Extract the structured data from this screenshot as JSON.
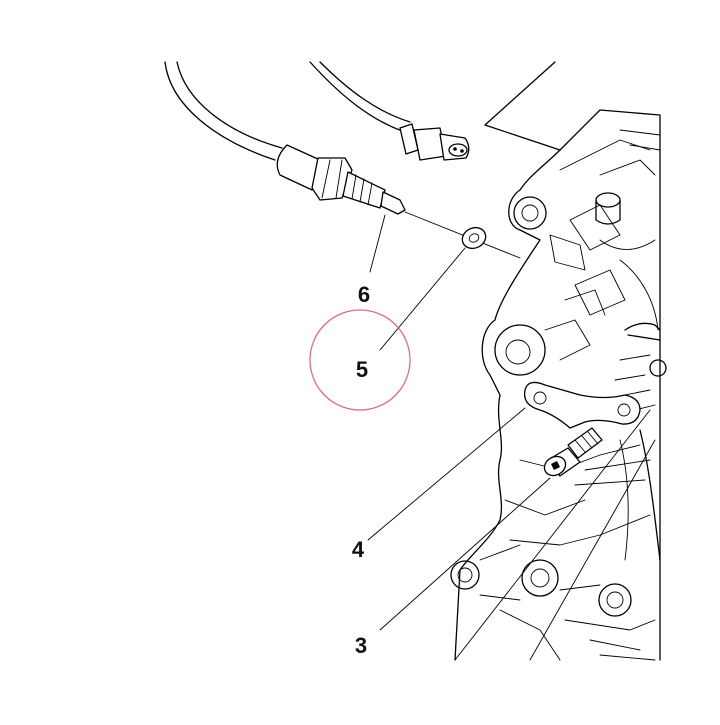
{
  "diagram": {
    "callouts": [
      {
        "id": "6",
        "label": "6"
      },
      {
        "id": "5",
        "label": "5",
        "highlighted": true
      },
      {
        "id": "4",
        "label": "4"
      },
      {
        "id": "3",
        "label": "3"
      }
    ],
    "highlight_color": "#d9707a",
    "line_color": "#000000",
    "background": "#ffffff"
  }
}
